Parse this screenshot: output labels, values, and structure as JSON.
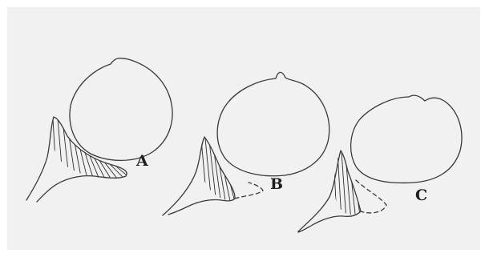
{
  "figure": {
    "panels": [
      {
        "label": "A",
        "hatched_region": "large",
        "continuation": "solid"
      },
      {
        "label": "B",
        "hatched_region": "medium",
        "continuation": "dashed"
      },
      {
        "label": "C",
        "hatched_region": "small",
        "continuation": "dashed"
      }
    ],
    "colors": {
      "background": "#f1f1f1",
      "ink": "#3a3a3a"
    }
  }
}
